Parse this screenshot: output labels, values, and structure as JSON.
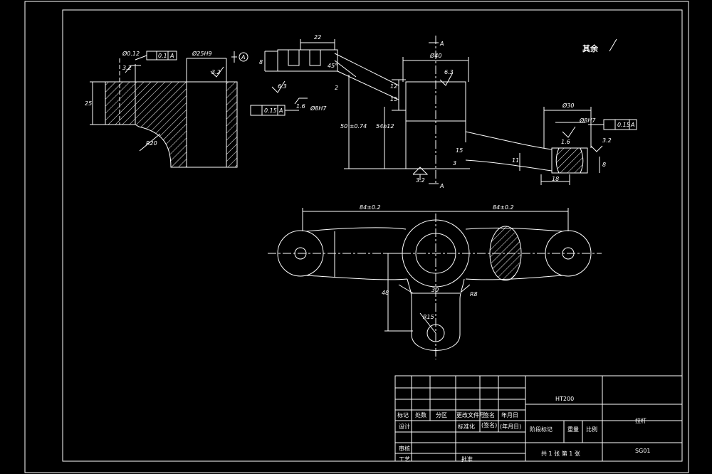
{
  "colors": {
    "background": "#000000",
    "line": "#ffffff",
    "dim": "#ffffff",
    "hatch": "#ffffff"
  },
  "section_a": {
    "leader_tol": "Ø0.12",
    "flat_val": "0.1",
    "datum": "A",
    "bore_dia": "Ø25H9",
    "rough_bore": "3.2",
    "rough_left": "3.2",
    "height": "25",
    "radius": "R20",
    "circle_label": "A"
  },
  "front_view": {
    "dim_22": "22",
    "dim_8": "8",
    "dim_45": "45°",
    "dim_2": "2",
    "r_63": "6.3",
    "par_val": "0.15",
    "par_datum": "A",
    "r_16": "1.6",
    "dia_8h7": "Ø8H7",
    "dim_50": "50 ±0.74",
    "dim_54": "54h12",
    "dia_40": "Ø40",
    "r_63b": "6.3",
    "dim_12": "12",
    "dim_15": "15",
    "dim_11": "11",
    "dim_3": "3",
    "dim_15b": "15",
    "r_32": "3.2",
    "section_mark_top": "A",
    "section_mark_bottom": "A"
  },
  "right_view": {
    "dia_30": "Ø30",
    "dia_8h7": "Ø8H7",
    "par_val": "0.15",
    "par_datum": "A",
    "r_16": "1.6",
    "r_32": "3.2",
    "dim_8": "8",
    "dim_18": "18"
  },
  "other_roughness": "其余",
  "plan_view": {
    "dim_left": "84±0.2",
    "dim_right": "84±0.2",
    "dim_30": "30",
    "dim_48": "48",
    "dim_r8": "R8",
    "dim_r15": "R15"
  },
  "title_block": {
    "col1_label": "标记",
    "col2_label": "处数",
    "col3_label": "分区",
    "col4_label": "更改文件号",
    "col5_label": "签名",
    "col6_label": "年月日",
    "row_design": "设计",
    "standardize": "标准化",
    "sign": "(签名)",
    "date": "(年月日)",
    "review": "审核",
    "process": "工艺",
    "approve": "批准",
    "material": "HT200",
    "stage_mark": "阶段标记",
    "weight": "重量",
    "scale": "比例",
    "sheet_info": "共 1 张  第 1 张",
    "part_name": "拉杆",
    "drawing_no": "SG01"
  }
}
